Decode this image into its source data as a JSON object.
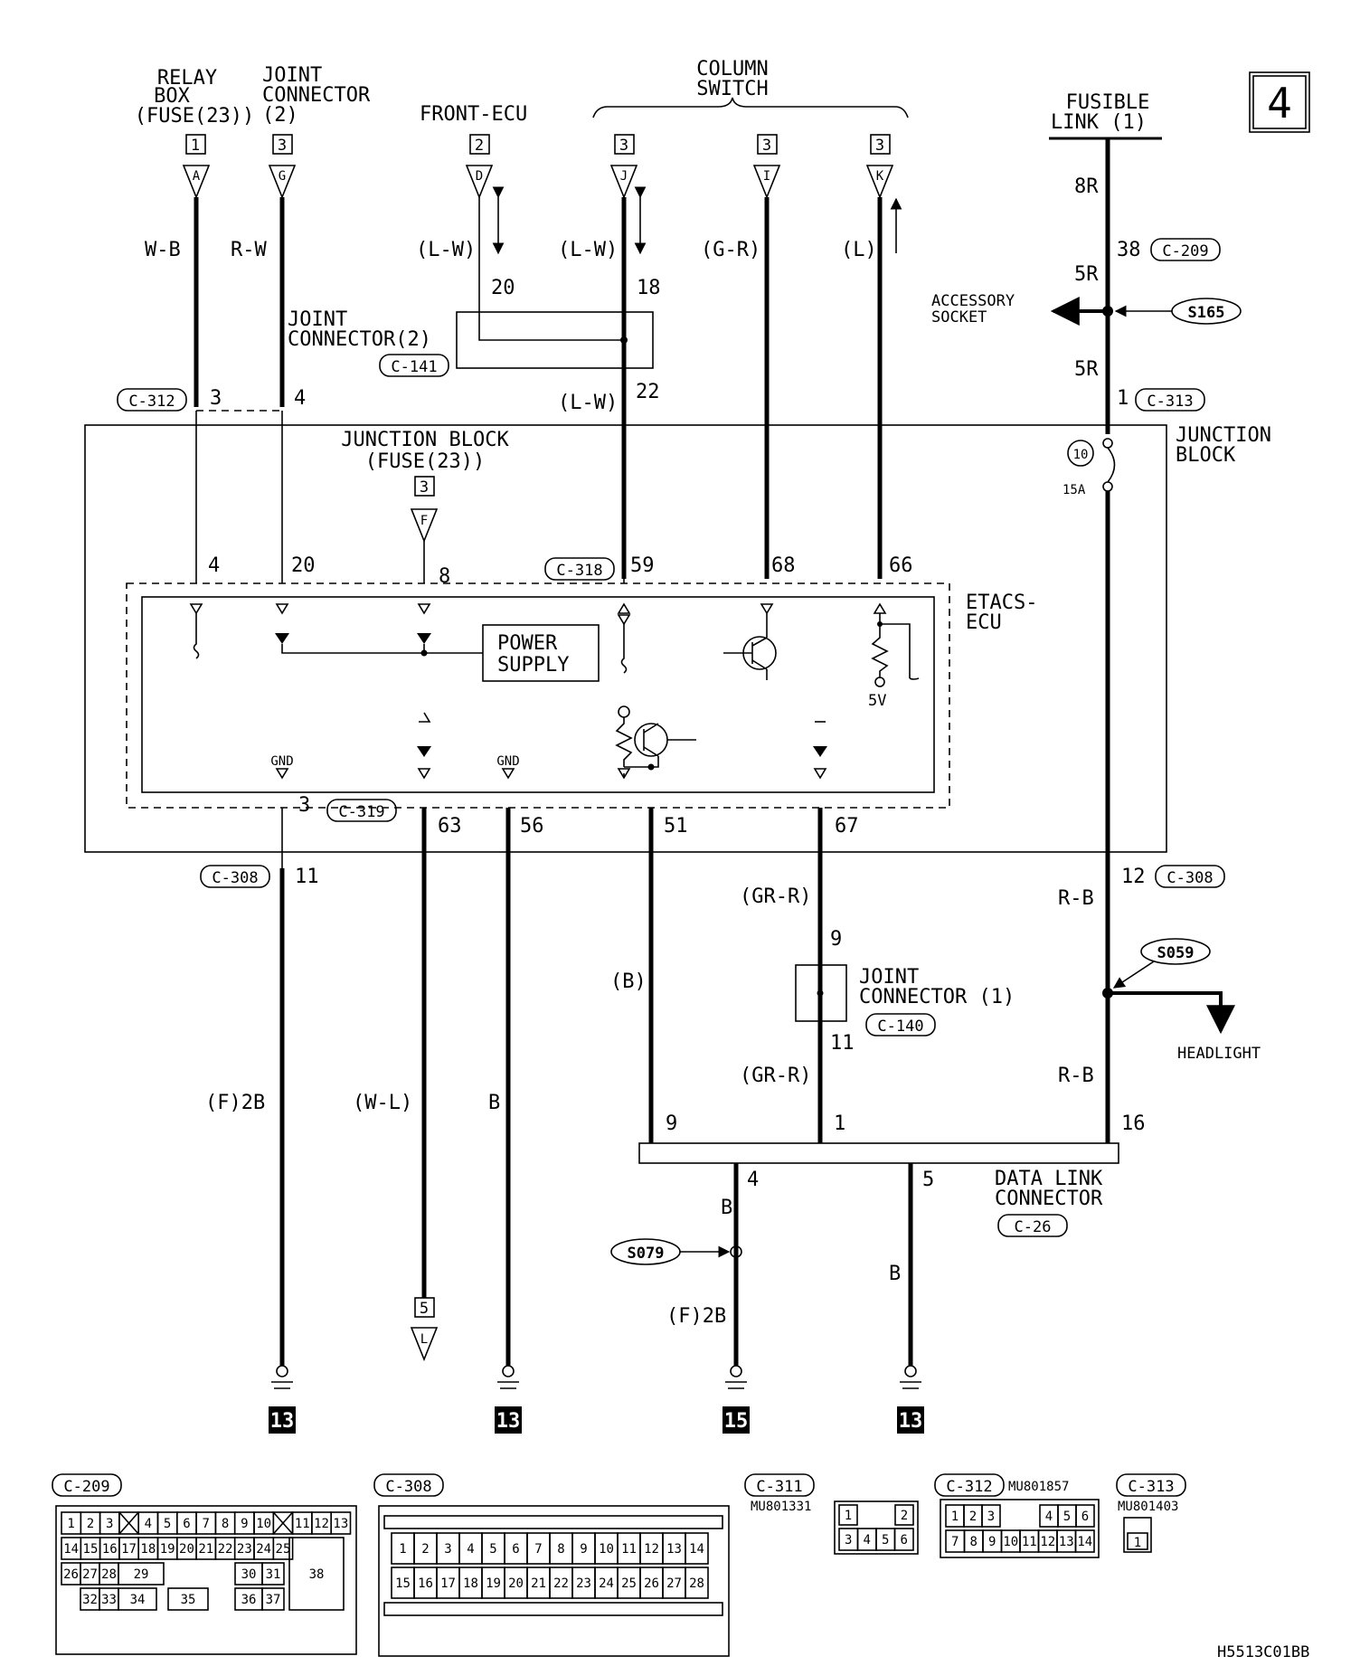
{
  "page_number": "4",
  "figure_code": "H5513C01BB",
  "top_labels": {
    "relay_box": [
      "RELAY",
      "BOX",
      "(FUSE(23))"
    ],
    "joint_conn2": [
      "JOINT",
      "CONNECTOR",
      "(2)"
    ],
    "front_ecu": "FRONT-ECU",
    "column_switch": [
      "COLUMN",
      "SWITCH"
    ],
    "fusible_link": [
      "FUSIBLE",
      "LINK (1)"
    ]
  },
  "terminal_boxes": {
    "relay": "1",
    "joint2": "3",
    "front_ecu": "2",
    "col1": "3",
    "col2": "3",
    "col3": "3",
    "junction_fuse": "3",
    "continued": "5"
  },
  "triangle_letters": {
    "a": "A",
    "g": "G",
    "d": "D",
    "j": "J",
    "i": "I",
    "k": "K",
    "f": "F",
    "l": "L"
  },
  "wire_colors": {
    "w_b": "W-B",
    "r_w": "R-W",
    "l_w_1": "(L-W)",
    "l_w_2": "(L-W)",
    "g_r": "(G-R)",
    "l": "(L)",
    "l_w_3": "(L-W)",
    "r8": "8R",
    "r5a": "5R",
    "r5b": "5R",
    "gr_r_1": "(GR-R)",
    "gr_r_2": "(GR-R)",
    "b_paren": "(B)",
    "f2b_1": "(F)2B",
    "w_l": "(W-L)",
    "b_1": "B",
    "b_2": "B",
    "b_3": "B",
    "f2b_2": "(F)2B",
    "r_b_1": "R-B",
    "r_b_2": "R-B"
  },
  "pins": {
    "p20": "20",
    "p18": "18",
    "p22": "22",
    "p38": "38",
    "p3": "3",
    "p4": "4",
    "p1": "1",
    "e4": "4",
    "e20": "20",
    "e8": "8",
    "e59": "59",
    "e68": "68",
    "e66": "66",
    "b3": "3",
    "b63": "63",
    "b56": "56",
    "b51": "51",
    "b67": "67",
    "b11": "11",
    "b12": "12",
    "j9": "9",
    "j11": "11",
    "d9": "9",
    "d1": "1",
    "d16": "16",
    "d4": "4",
    "d5": "5"
  },
  "connectors": {
    "c209": "C-209",
    "c312": "C-312",
    "c141": "C-141",
    "c313": "C-313",
    "c318": "C-318",
    "c319": "C-319",
    "c308a": "C-308",
    "c308b": "C-308",
    "c140": "C-140",
    "c26": "C-26"
  },
  "components": {
    "joint_conn2_mid": [
      "JOINT",
      "CONNECTOR(2)"
    ],
    "junction_block_inner": [
      "JUNCTION BLOCK",
      "(FUSE(23))"
    ],
    "junction_block_right": [
      "JUNCTION",
      "BLOCK"
    ],
    "etacs": [
      "ETACS-",
      "ECU"
    ],
    "power_supply": [
      "POWER",
      "SUPPLY"
    ],
    "gnd1": "GND",
    "gnd2": "GND",
    "v5": "5V",
    "fuse_num": "10",
    "fuse_amp": "15A",
    "accessory": [
      "ACCESSORY",
      "SOCKET"
    ],
    "headlight": "HEADLIGHT",
    "joint_conn1": [
      "JOINT",
      "CONNECTOR (1)"
    ],
    "dlc": [
      "DATA LINK",
      "CONNECTOR"
    ]
  },
  "splices": {
    "s165": "S165",
    "s059": "S059",
    "s079": "S079"
  },
  "grounds": {
    "g1": "13",
    "g2": "13",
    "g3": "15",
    "g4": "13"
  },
  "connector_views": {
    "c209": {
      "label": "C-209",
      "row1": [
        "1",
        "2",
        "3",
        "",
        "4",
        "5",
        "6",
        "7",
        "8",
        "9",
        "10",
        "",
        "11",
        "12",
        "13"
      ],
      "row2": [
        "14",
        "15",
        "16",
        "17",
        "18",
        "19",
        "20",
        "21",
        "22",
        "23",
        "24",
        "25"
      ],
      "row3": [
        "26",
        "27",
        "28",
        "29",
        "30",
        "31"
      ],
      "row4": [
        "32",
        "33",
        "34",
        "35",
        "36",
        "37"
      ],
      "big": "38"
    },
    "c308": {
      "label": "C-308",
      "row1": [
        "1",
        "2",
        "3",
        "4",
        "5",
        "6",
        "7",
        "8",
        "9",
        "10",
        "11",
        "12",
        "13",
        "14"
      ],
      "row2": [
        "15",
        "16",
        "17",
        "18",
        "19",
        "20",
        "21",
        "22",
        "23",
        "24",
        "25",
        "26",
        "27",
        "28"
      ]
    },
    "c311": {
      "label": "C-311",
      "part": "MU801331",
      "pins": [
        "1",
        "2",
        "3",
        "4",
        "5",
        "6"
      ]
    },
    "c312": {
      "label": "C-312",
      "part": "MU801857",
      "row1": [
        "1",
        "2",
        "3",
        "4",
        "5",
        "6"
      ],
      "row2": [
        "7",
        "8",
        "9",
        "10",
        "11",
        "12",
        "13",
        "14"
      ]
    },
    "c313": {
      "label": "C-313",
      "part": "MU801403",
      "pins": [
        "1"
      ]
    }
  }
}
